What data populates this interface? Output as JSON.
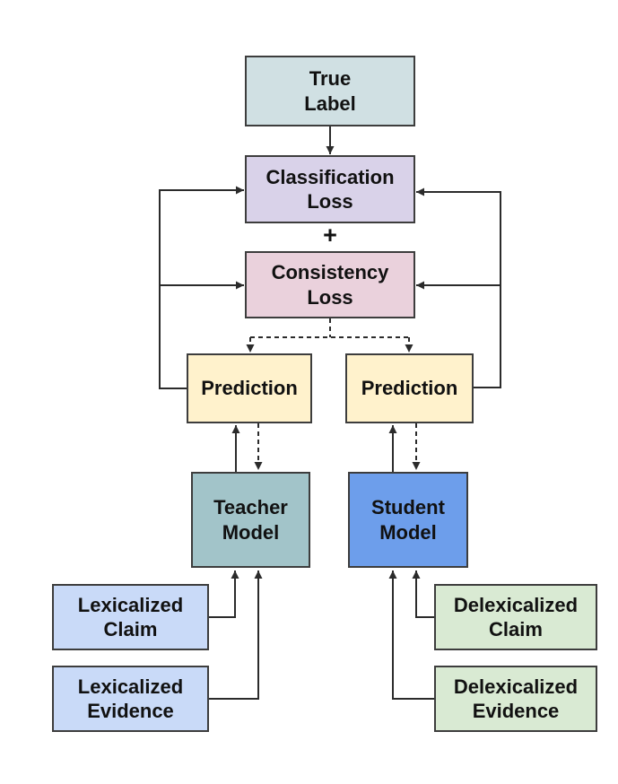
{
  "diagram": {
    "edge_color": "#2b2b2b",
    "border_color": "#3d3d3d",
    "operator_between_losses": "+",
    "nodes": {
      "true_label": {
        "label": "True\nLabel",
        "fill": "#d0e0e3"
      },
      "classification_loss": {
        "label": "Classification\nLoss",
        "fill": "#d9d2e9"
      },
      "consistency_loss": {
        "label": "Consistency\nLoss",
        "fill": "#ead1dc"
      },
      "prediction_teacher": {
        "label": "Prediction",
        "fill": "#fff2cc"
      },
      "prediction_student": {
        "label": "Prediction",
        "fill": "#fff2cc"
      },
      "teacher_model": {
        "label": "Teacher\nModel",
        "fill": "#a2c4c9"
      },
      "student_model": {
        "label": "Student\nModel",
        "fill": "#6d9eeb"
      },
      "lexicalized_claim": {
        "label": "Lexicalized\nClaim",
        "fill": "#c9daf8"
      },
      "lexicalized_evidence": {
        "label": "Lexicalized\nEvidence",
        "fill": "#c9daf8"
      },
      "delexicalized_claim": {
        "label": "Delexicalized\nClaim",
        "fill": "#d9ead3"
      },
      "delexicalized_evidence": {
        "label": "Delexicalized\nEvidence",
        "fill": "#d9ead3"
      }
    },
    "edges": [
      {
        "from": "true_label",
        "to": "classification_loss",
        "style": "solid"
      },
      {
        "from": "prediction_teacher",
        "to": "classification_loss",
        "style": "solid"
      },
      {
        "from": "prediction_teacher",
        "to": "consistency_loss",
        "style": "solid"
      },
      {
        "from": "prediction_student",
        "to": "classification_loss",
        "style": "solid"
      },
      {
        "from": "prediction_student",
        "to": "consistency_loss",
        "style": "solid"
      },
      {
        "from": "consistency_loss",
        "to": "prediction_teacher",
        "style": "dashed"
      },
      {
        "from": "consistency_loss",
        "to": "prediction_student",
        "style": "dashed"
      },
      {
        "from": "teacher_model",
        "to": "prediction_teacher",
        "style": "solid"
      },
      {
        "from": "prediction_teacher",
        "to": "teacher_model",
        "style": "dashed"
      },
      {
        "from": "student_model",
        "to": "prediction_student",
        "style": "solid"
      },
      {
        "from": "prediction_student",
        "to": "student_model",
        "style": "dashed"
      },
      {
        "from": "lexicalized_claim",
        "to": "teacher_model",
        "style": "solid"
      },
      {
        "from": "lexicalized_evidence",
        "to": "teacher_model",
        "style": "solid"
      },
      {
        "from": "delexicalized_claim",
        "to": "student_model",
        "style": "solid"
      },
      {
        "from": "delexicalized_evidence",
        "to": "student_model",
        "style": "solid"
      }
    ]
  }
}
